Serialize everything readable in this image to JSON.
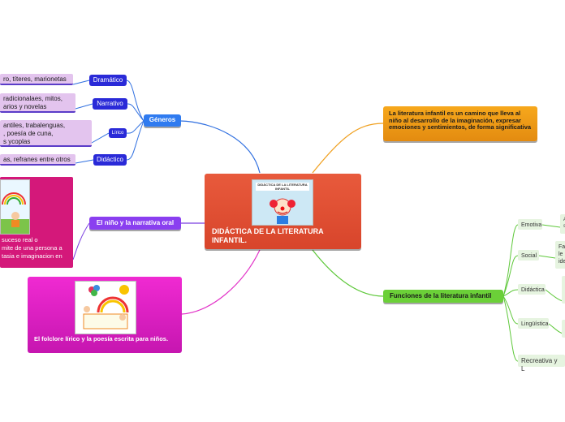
{
  "central": {
    "title": "DIDÁCTICA DE LA LITERATURA INFANTIL.",
    "image_caption": "DIDÁCTICA DE LA LITERATURA INFANTIL"
  },
  "generos": {
    "label": "Géneros",
    "items": [
      {
        "label": "Dramático",
        "detail": "ro, títeres, marionetas"
      },
      {
        "label": "Narrativo",
        "detail": "radicionalaes, mitos,\narios y novelas"
      },
      {
        "label": "Lírico",
        "detail": "antiles, trabalenguas,\n, poesía de cuna,\ns ycoplas"
      },
      {
        "label": "Didáctico",
        "detail": "as, refranes entre otros"
      }
    ]
  },
  "nino": {
    "label": "El niño y la narrativa oral",
    "text": "suceso real o\nmite de una persona a\ntasia e imaginacion en"
  },
  "folclore": {
    "label": "El folclore lírico y la poesía escrita para niños."
  },
  "definition": {
    "text": "La literatura infantil es un camino que lleva al niño al desarrollo de la imaginación, expresar emociones y sentimientos, de forma significativa"
  },
  "funciones": {
    "label": "Funciones de la literatura infantil",
    "items": [
      {
        "label": "Emotiva",
        "detail": "A\ns"
      },
      {
        "label": "Social",
        "detail": "Fa\nle\nide"
      },
      {
        "label": "Didáctica",
        "detail": ""
      },
      {
        "label": "Lingüística",
        "detail": ""
      },
      {
        "label": "Recreativa y L",
        "detail": ""
      }
    ]
  },
  "colors": {
    "central": "#dc4a2e",
    "generos_branch": "#2f6fe0",
    "nino_branch": "#7b3fe0",
    "folclore_branch": "#e233c8",
    "definition_branch": "#f0a020",
    "funciones_branch": "#5ec83a"
  }
}
